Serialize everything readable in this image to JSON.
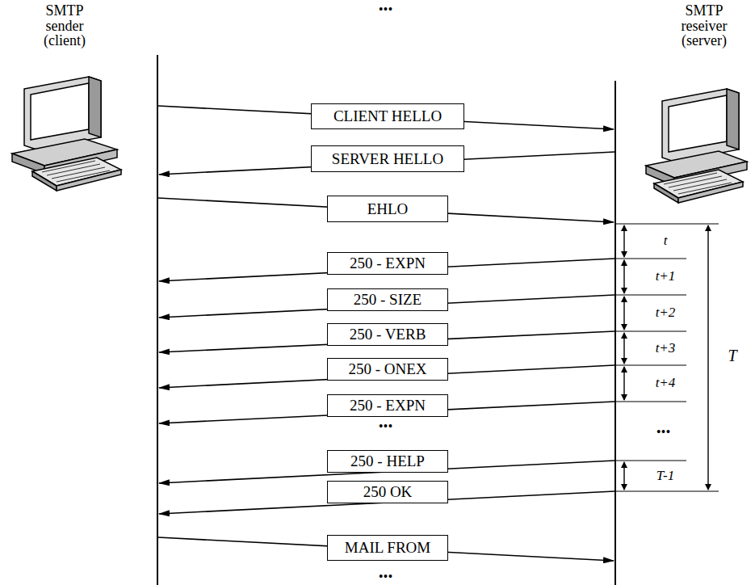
{
  "diagram": {
    "nodes": [
      {
        "text": [
          "CLIENT HELLO"
        ]
      },
      {
        "text": [
          "SERVER HELLO"
        ]
      },
      {
        "text": [
          "EHLO"
        ]
      },
      {
        "text": [
          "250 - EXPN"
        ]
      },
      {
        "text": [
          "250 - SIZE"
        ]
      },
      {
        "text": [
          "250 - VERB"
        ]
      },
      {
        "text": [
          "250 - ONEX"
        ]
      },
      {
        "text": [
          "250 - EXPN"
        ]
      },
      {
        "text": [
          "250 - HELP"
        ]
      },
      {
        "text": [
          "250 OK"
        ]
      },
      {
        "text": [
          "MAIL FROM"
        ]
      }
    ],
    "labels": [
      "SMTP sender (client)",
      "SMTP reseiver (server)",
      "•••",
      "t",
      "t+1",
      "t+2",
      "t+3",
      "t+4",
      "•••",
      "•••",
      "T-1",
      "T",
      "•••"
    ]
  }
}
